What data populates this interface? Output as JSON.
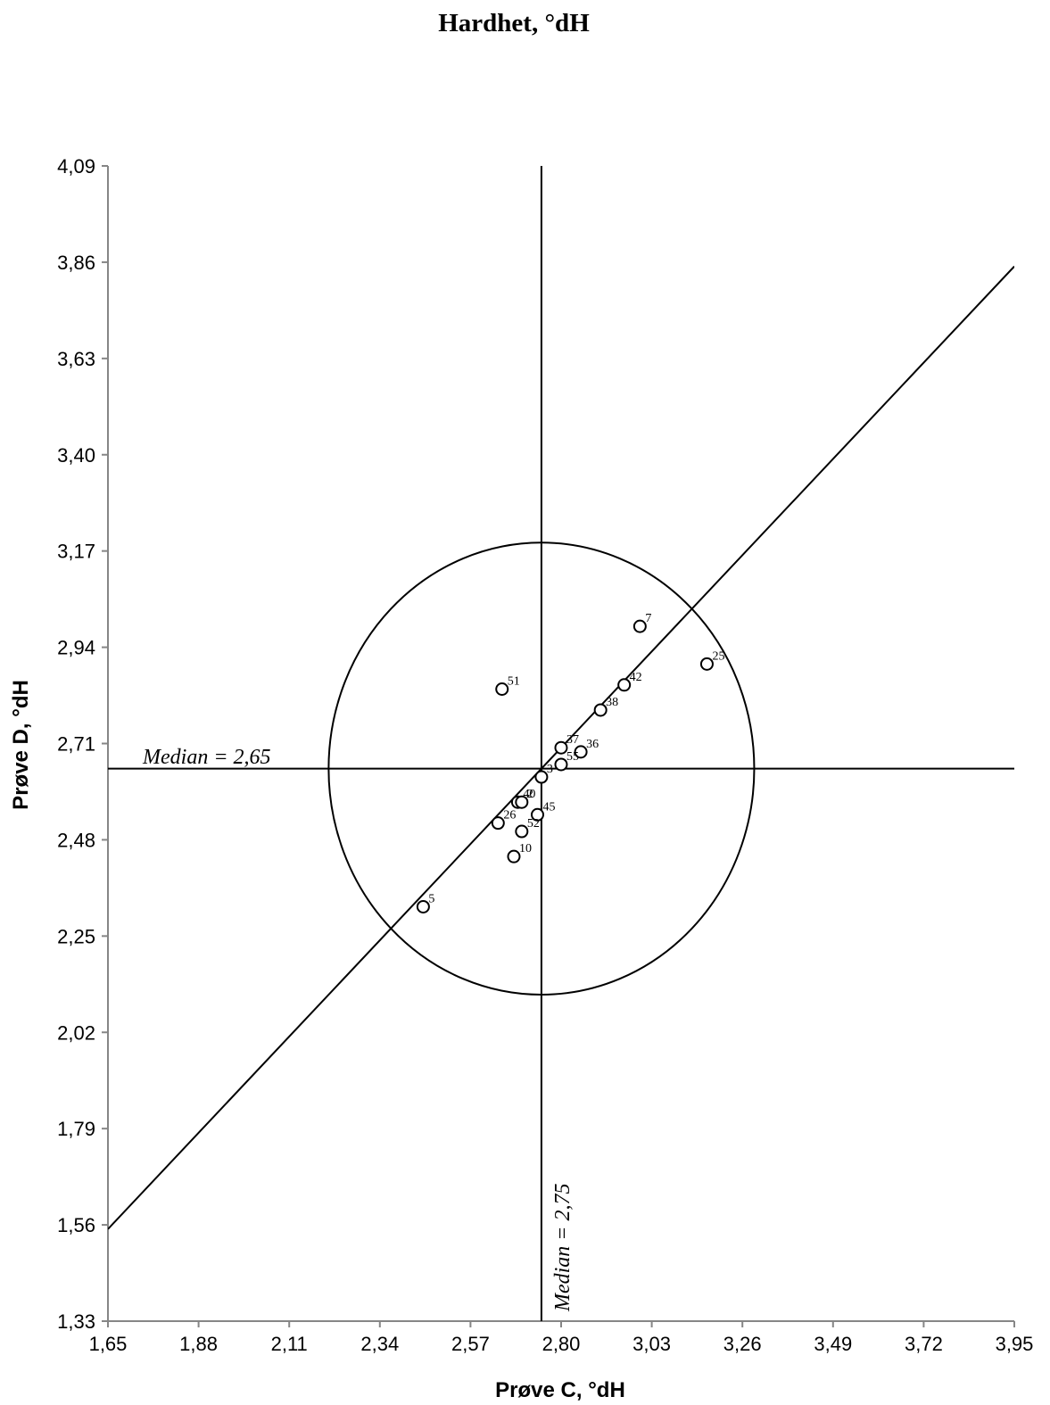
{
  "chart_data": {
    "type": "scatter",
    "title": "Hardhet, °dH",
    "xlabel": "Prøve C, °dH",
    "ylabel": "Prøve D, °dH",
    "xlim": [
      1.65,
      3.95
    ],
    "ylim": [
      1.33,
      4.09
    ],
    "x_ticks": [
      "1,65",
      "1,88",
      "2,11",
      "2,34",
      "2,57",
      "2,80",
      "3,03",
      "3,26",
      "3,49",
      "3,72",
      "3,95"
    ],
    "y_ticks": [
      "1,33",
      "1,56",
      "1,79",
      "2,02",
      "2,25",
      "2,48",
      "2,71",
      "2,94",
      "3,17",
      "3,40",
      "3,63",
      "3,86",
      "4,09"
    ],
    "points": [
      {
        "label": "7",
        "x": 3.0,
        "y": 2.99
      },
      {
        "label": "25",
        "x": 3.17,
        "y": 2.9
      },
      {
        "label": "51",
        "x": 2.65,
        "y": 2.84
      },
      {
        "label": "42",
        "x": 2.96,
        "y": 2.85
      },
      {
        "label": "38",
        "x": 2.9,
        "y": 2.79
      },
      {
        "label": "37",
        "x": 2.8,
        "y": 2.7
      },
      {
        "label": "36",
        "x": 2.85,
        "y": 2.69
      },
      {
        "label": "55",
        "x": 2.8,
        "y": 2.66
      },
      {
        "label": "3",
        "x": 2.75,
        "y": 2.63
      },
      {
        "label": "40",
        "x": 2.69,
        "y": 2.57
      },
      {
        "label": "2",
        "x": 2.7,
        "y": 2.57
      },
      {
        "label": "45",
        "x": 2.74,
        "y": 2.54
      },
      {
        "label": "26",
        "x": 2.64,
        "y": 2.52
      },
      {
        "label": "52",
        "x": 2.7,
        "y": 2.5
      },
      {
        "label": "10",
        "x": 2.68,
        "y": 2.44
      },
      {
        "label": "5",
        "x": 2.45,
        "y": 2.32
      }
    ],
    "median_x": 2.75,
    "median_y": 2.65,
    "median_x_label": "Median = 2,75",
    "median_y_label": "Median = 2,65",
    "circle_radius": 0.54,
    "diagonal": {
      "x0": 1.65,
      "y0": 1.55,
      "x1": 3.95,
      "y1": 3.85
    },
    "grid": false,
    "legend": "none"
  }
}
